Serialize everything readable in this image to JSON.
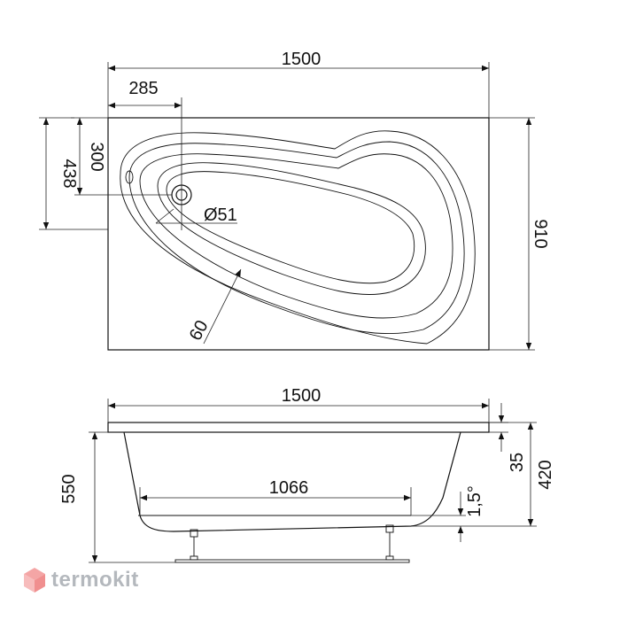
{
  "top_view": {
    "width_label": "1500",
    "left_offset_label": "285",
    "drain_height_label": "300",
    "left_height_label": "438",
    "total_height_label": "910",
    "drain_diameter_label": "Ø51",
    "rim_width_label": "60"
  },
  "side_view": {
    "width_label": "1500",
    "height_label": "550",
    "rim_thickness_label": "35",
    "total_height_label": "420",
    "bottom_length_label": "1066",
    "slope_label": "1,5°"
  },
  "brand": {
    "name": "termokit",
    "logo": "cube-logo-icon"
  }
}
